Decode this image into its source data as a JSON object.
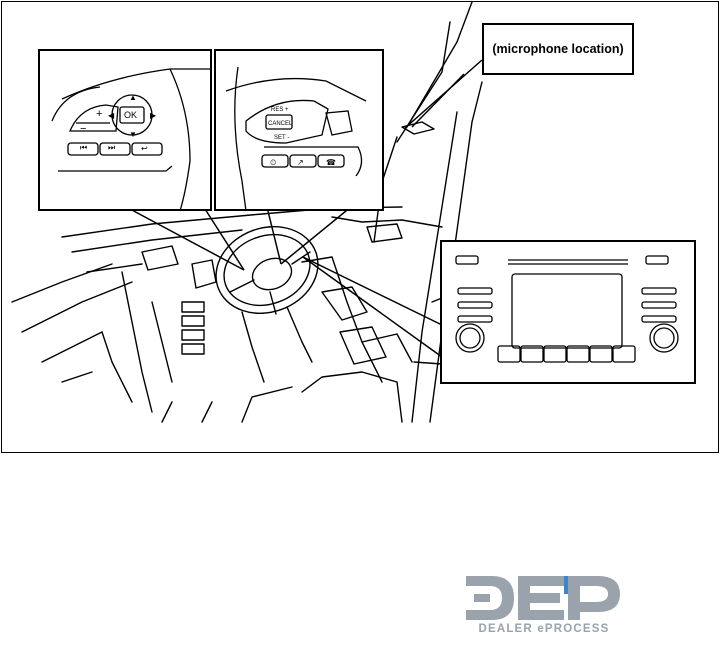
{
  "callout": {
    "microphone_label": "(microphone location)"
  },
  "left_inset": {
    "ok_label": "OK",
    "plus_label": "+",
    "minus_label": "−"
  },
  "center_inset": {
    "res_label": "RES +",
    "cancel_label": "CANCEL",
    "set_label": "SET -"
  },
  "logo": {
    "letters": "DEP",
    "subtitle": "DEALER eP​ROCESS"
  },
  "colors": {
    "line": "#000000",
    "logo_gray": "#9aa3ab",
    "logo_blue": "#3d86c6"
  }
}
